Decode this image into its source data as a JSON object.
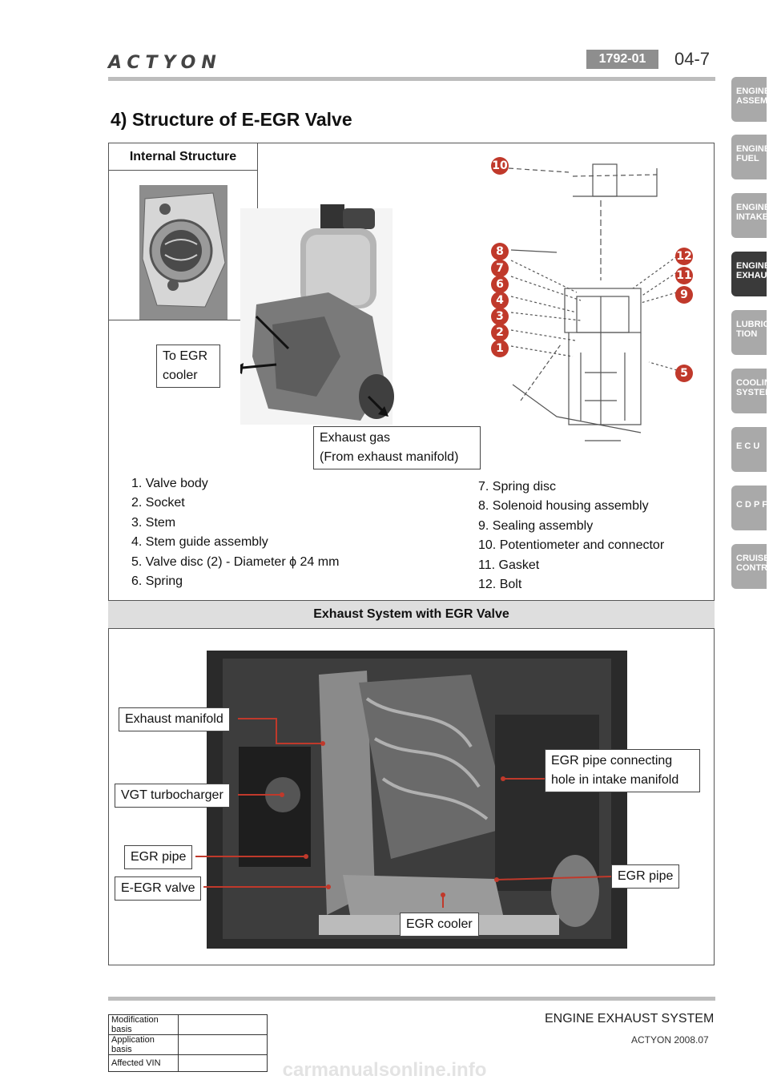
{
  "header": {
    "brand": "ACTYON",
    "code": "1792-01",
    "page": "04-7"
  },
  "title": "4) Structure of E-EGR Valve",
  "nav_tabs": [
    {
      "line1": "ENGINE",
      "line2": "ASSEMBL",
      "active": false
    },
    {
      "line1": "ENGINE",
      "line2": "FUEL",
      "active": false
    },
    {
      "line1": "ENGINE",
      "line2": "INTAKE",
      "active": false
    },
    {
      "line1": "ENGINE",
      "line2": "EXHAUST",
      "active": true
    },
    {
      "line1": "LUBRICA",
      "line2": "TION",
      "active": false
    },
    {
      "line1": "COOLING",
      "line2": "SYSTEM",
      "active": false
    },
    {
      "line1": "E C U",
      "line2": "",
      "active": false
    },
    {
      "line1": "C D P F",
      "line2": "",
      "active": false
    },
    {
      "line1": "CRUISE",
      "line2": "CONTRO",
      "active": false
    }
  ],
  "internal": {
    "heading": "Internal Structure",
    "to_egr_line1": "To EGR",
    "to_egr_line2": "cooler",
    "exhaust_gas_line1": "Exhaust gas",
    "exhaust_gas_line2": "(From exhaust manifold)",
    "diagram_numbers": [
      "10",
      "8",
      "7",
      "6",
      "4",
      "3",
      "2",
      "1",
      "12",
      "11",
      "9",
      "5"
    ]
  },
  "parts_left": [
    "1. Valve body",
    "2. Socket",
    "3. Stem",
    "4. Stem guide assembly",
    "5. Valve disc (2) - Diameter ϕ  24 mm",
    "6. Spring"
  ],
  "parts_right": [
    "7. Spring disc",
    "8. Solenoid housing assembly",
    "9. Sealing assembly",
    "10. Potentiometer and connector",
    "11. Gasket",
    "12. Bolt"
  ],
  "exhaust_system": {
    "heading": "Exhaust System with EGR Valve",
    "labels": {
      "exhaust_manifold": "Exhaust manifold",
      "vgt_turbocharger": "VGT turbocharger",
      "egr_pipe_left": "EGR pipe",
      "e_egr_valve": "E-EGR valve",
      "egr_cooler": "EGR cooler",
      "egr_pipe_right": "EGR pipe",
      "egr_connecting_line1": "EGR pipe connecting",
      "egr_connecting_line2": "hole in intake manifold"
    }
  },
  "footer": {
    "title": "ENGINE EXHAUST SYSTEM",
    "subtitle": "ACTYON 2008.07",
    "table_rows": [
      "Modification basis",
      "Application basis",
      "Affected VIN"
    ],
    "watermark": "carmanualsonline.info"
  },
  "colors": {
    "accent_red": "#c0392b",
    "tab_gray": "#a9a9a9",
    "tab_active": "#3a3a3a"
  }
}
